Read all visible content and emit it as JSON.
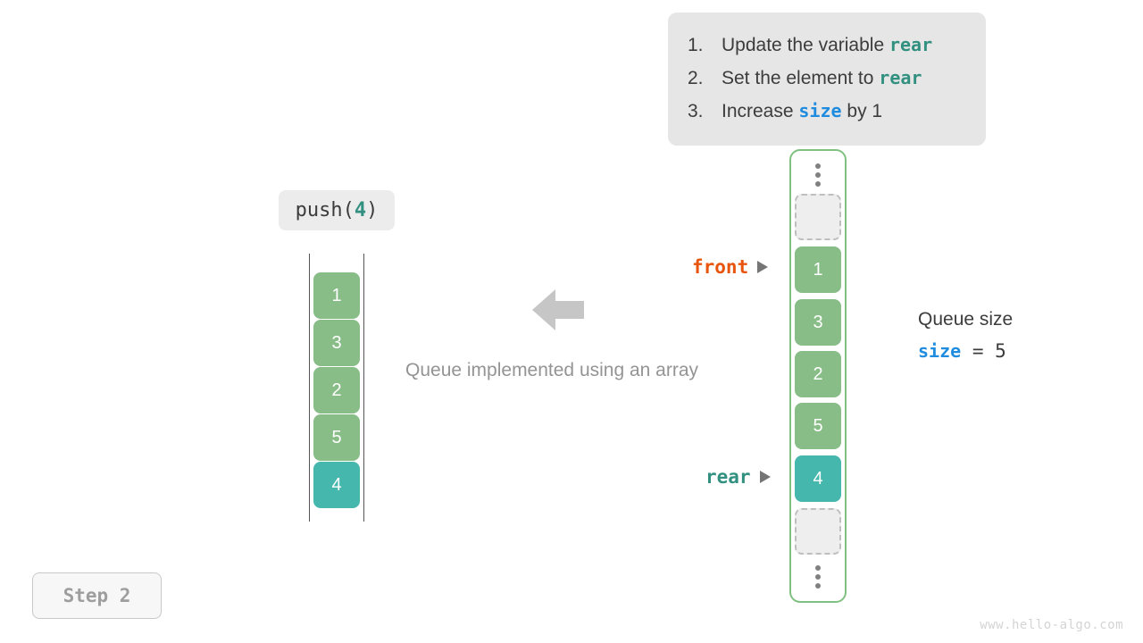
{
  "instructions": {
    "items": [
      {
        "num": "1.",
        "pre": "Update the variable ",
        "code": "rear",
        "code_color": "teal",
        "post": ""
      },
      {
        "num": "2.",
        "pre": "Set the element to ",
        "code": "rear",
        "code_color": "teal",
        "post": ""
      },
      {
        "num": "3.",
        "pre": "Increase ",
        "code": "size",
        "code_color": "blue",
        "post": " by 1"
      }
    ]
  },
  "operation": {
    "label_prefix": "push(",
    "label_arg": "4",
    "label_suffix": ")"
  },
  "left_array": {
    "values": [
      "1",
      "3",
      "2",
      "5",
      "4"
    ],
    "highlight_index": 4
  },
  "arrow": {
    "direction": "left",
    "color": "#c6c6c6"
  },
  "caption": {
    "text": "Queue implemented using an array"
  },
  "pointers": {
    "front": {
      "label": "front",
      "color": "#e8540c"
    },
    "rear": {
      "label": "rear",
      "color": "#31907f"
    }
  },
  "right_array": {
    "border_color": "#80c080",
    "slots": [
      {
        "type": "dots"
      },
      {
        "type": "empty"
      },
      {
        "type": "value",
        "value": "1",
        "style": "green"
      },
      {
        "type": "value",
        "value": "3",
        "style": "green"
      },
      {
        "type": "value",
        "value": "2",
        "style": "green"
      },
      {
        "type": "value",
        "value": "5",
        "style": "green"
      },
      {
        "type": "value",
        "value": "4",
        "style": "teal"
      },
      {
        "type": "empty"
      },
      {
        "type": "dots"
      }
    ]
  },
  "queue_size": {
    "title": "Queue size",
    "var_name": "size",
    "equals": " = ",
    "value": "5"
  },
  "step_badge": {
    "text": "Step 2"
  },
  "watermark": {
    "text": "www.hello-algo.com"
  },
  "colors": {
    "green": "#88bd87",
    "teal": "#45b7ad",
    "orange": "#e8540c",
    "blue": "#1f8ce0",
    "card_bg": "#e6e6e6"
  }
}
